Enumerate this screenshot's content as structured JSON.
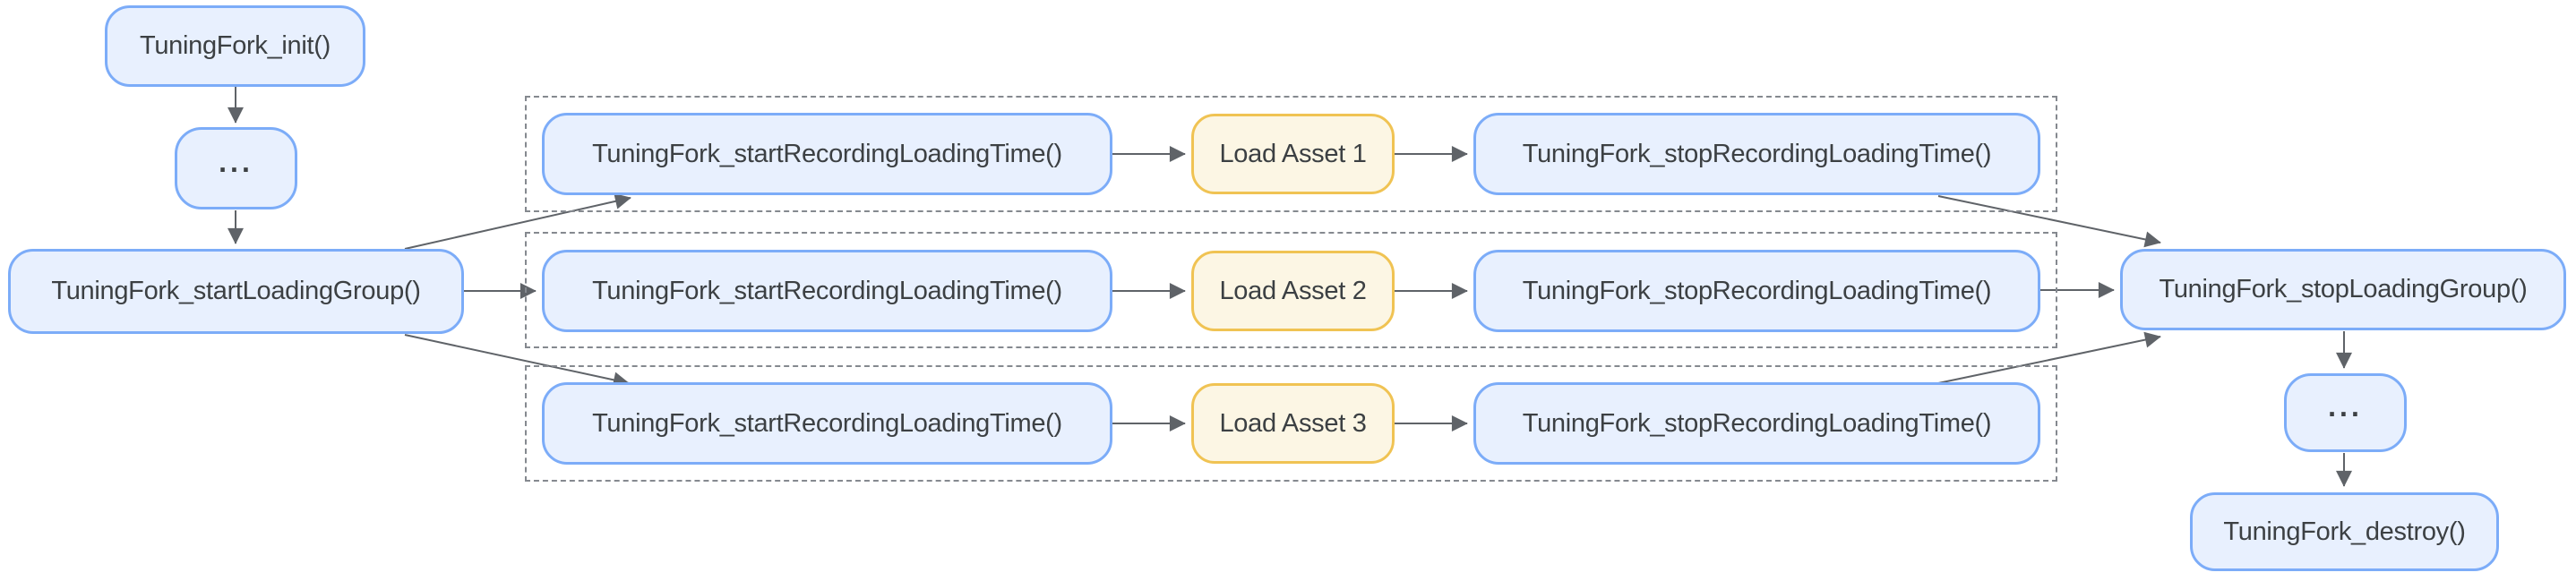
{
  "nodes": {
    "init": {
      "label": "TuningFork_init()"
    },
    "ellipsis_top": {
      "label": "..."
    },
    "start_loading_group": {
      "label": "TuningFork_startLoadingGroup()"
    },
    "stop_loading_group": {
      "label": "TuningFork_stopLoadingGroup()"
    },
    "ellipsis_bottom": {
      "label": "..."
    },
    "destroy": {
      "label": "TuningFork_destroy()"
    }
  },
  "rows": [
    {
      "start": "TuningFork_startRecordingLoadingTime()",
      "asset": "Load Asset 1",
      "stop": "TuningFork_stopRecordingLoadingTime()"
    },
    {
      "start": "TuningFork_startRecordingLoadingTime()",
      "asset": "Load Asset 2",
      "stop": "TuningFork_stopRecordingLoadingTime()"
    },
    {
      "start": "TuningFork_startRecordingLoadingTime()",
      "asset": "Load Asset 3",
      "stop": "TuningFork_stopRecordingLoadingTime()"
    }
  ],
  "colors": {
    "api_fill": "#E8F0FE",
    "api_border": "#7CACF8",
    "asset_fill": "#FCF6E4",
    "asset_border": "#F0C353",
    "frame_border": "#85898F",
    "edge": "#5F6368",
    "text": "#3C4043",
    "background": "#FFFFFF"
  }
}
